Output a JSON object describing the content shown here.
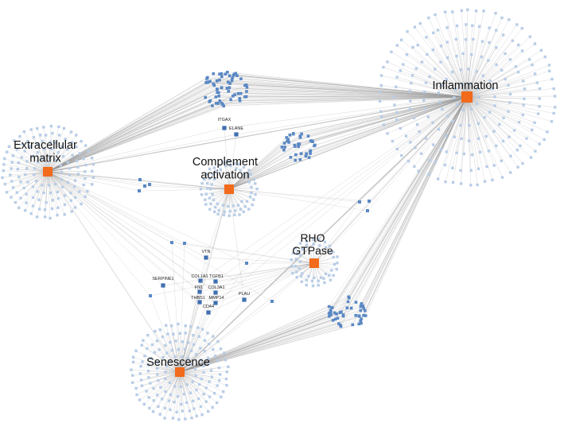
{
  "colors": {
    "hub": "#f26a1b",
    "leaf": "#b8cde6",
    "shared_node": "#5a88c4",
    "gene_node": "#3f6fb0",
    "edge": "#9a9a9a",
    "background": "#ffffff"
  },
  "hubs": [
    {
      "id": "ecm",
      "lines": [
        "Extracellular",
        "matrix"
      ]
    },
    {
      "id": "complement",
      "lines": [
        "Complement",
        "activation"
      ]
    },
    {
      "id": "inflammation",
      "lines": [
        "Inflammation"
      ]
    },
    {
      "id": "rho",
      "lines": [
        "RHO",
        "GTPase"
      ]
    },
    {
      "id": "senescence",
      "lines": [
        "Senescence"
      ]
    }
  ],
  "genes": [
    {
      "id": "itgax",
      "label": "ITGAX"
    },
    {
      "id": "elane",
      "label": "ELANE"
    },
    {
      "id": "vtn",
      "label": "VTN"
    },
    {
      "id": "col1a1",
      "label": "COL1A1"
    },
    {
      "id": "tgfb1",
      "label": "TGFB1"
    },
    {
      "id": "fn1",
      "label": "FN1"
    },
    {
      "id": "col3a1",
      "label": "COL3A1"
    },
    {
      "id": "thbs1",
      "label": "THBS1"
    },
    {
      "id": "mmp14",
      "label": "MMP14"
    },
    {
      "id": "cd44",
      "label": "CD44"
    },
    {
      "id": "serpine1",
      "label": "SERPINE1"
    },
    {
      "id": "plau",
      "label": "PLAU"
    }
  ]
}
